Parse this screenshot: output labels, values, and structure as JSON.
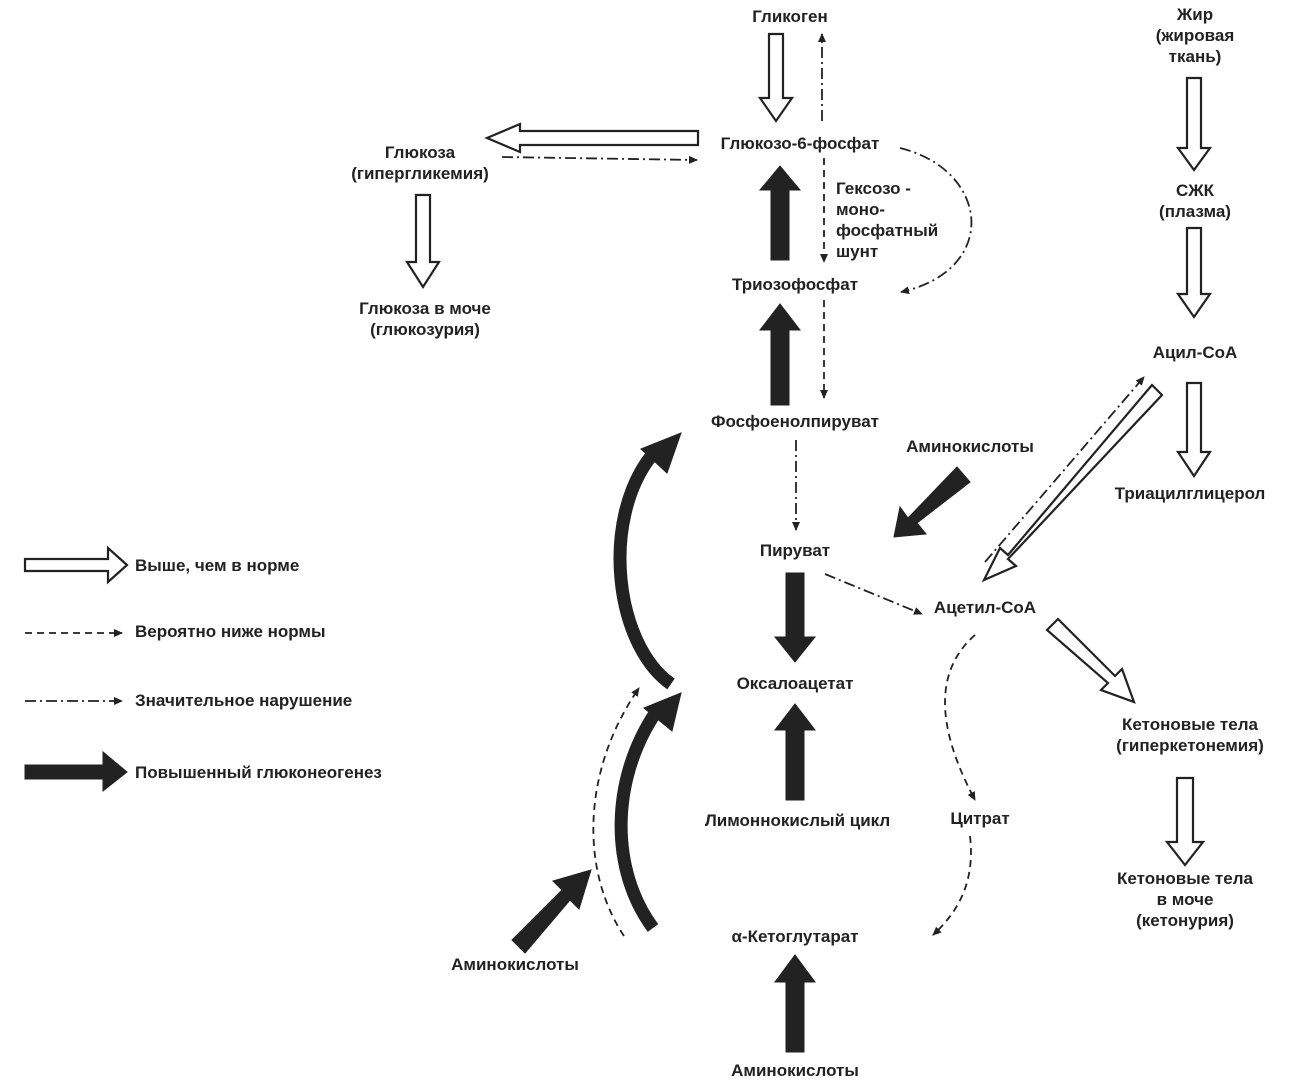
{
  "nodes": {
    "glycogen": "Гликоген",
    "g6p": "Глюкозо-6-фосфат",
    "glucose": [
      "Глюкоза",
      "(гипергликемия)"
    ],
    "glucose_urine": [
      "Глюкоза в моче",
      "(глюкозурия)"
    ],
    "hms": [
      "Гексозо -",
      "моно-",
      "фосфатный",
      "шунт"
    ],
    "triose": "Триозофосфат",
    "pep": "Фосфоенолпируват",
    "amino_mid": "Аминокислоты",
    "pyruvate": "Пируват",
    "acetyl_coa": "Ацетил-CoA",
    "oxaloacetate": "Оксалоацетат",
    "citric_cycle": "Лимоннокислый цикл",
    "citrate": "Цитрат",
    "akg": "α-Кетоглутарат",
    "amino_left": "Аминокислоты",
    "amino_bottom": "Аминокислоты",
    "fat": [
      "Жир",
      "(жировая",
      "ткань)"
    ],
    "ffa": [
      "СЖК",
      "(плазма)"
    ],
    "acyl_coa": "Ацил-CoA",
    "tag": "Триацилглицерол",
    "ketone": [
      "Кетоновые тела",
      "(гиперкетонемия)"
    ],
    "ketone_urine": [
      "Кетоновые тела",
      "в моче",
      "(кетонурия)"
    ]
  },
  "legend": [
    {
      "style": "hollow",
      "label": "Выше, чем в норме"
    },
    {
      "style": "dashed",
      "label": "Вероятно ниже нормы"
    },
    {
      "style": "dashdot",
      "label": "Значительное нарушение"
    },
    {
      "style": "solid",
      "label": "Повышенный глюконеогенез"
    }
  ],
  "colors": {
    "ink": "#222222",
    "background": "#ffffff"
  }
}
